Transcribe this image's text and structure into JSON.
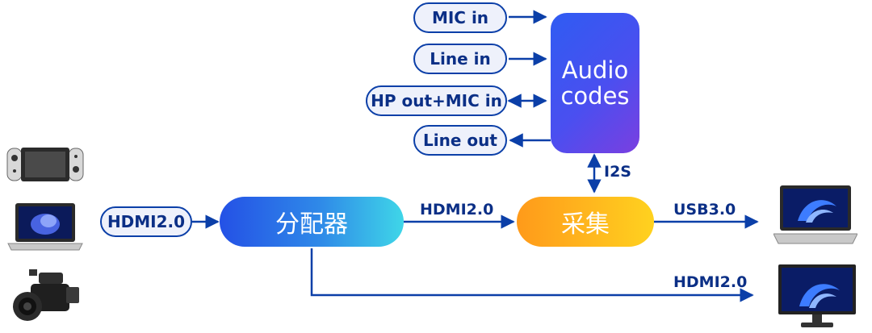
{
  "audio_inputs": {
    "mic_in": "MIC in",
    "line_in": "Line in",
    "hp_out_mic_in": "HP out+MIC in",
    "line_out": "Line out"
  },
  "audio_codec": {
    "line1": "Audio",
    "line2": "codes"
  },
  "i2s_label": "I2S",
  "source": {
    "hdmi_label": "HDMI2.0"
  },
  "splitter": {
    "label": "分配器"
  },
  "capture": {
    "label": "采集"
  },
  "links": {
    "splitter_to_capture": "HDMI2.0",
    "capture_to_pc": "USB3.0",
    "splitter_to_monitor": "HDMI2.0"
  },
  "devices": {
    "sources": [
      "game-console",
      "laptop",
      "camcorder"
    ],
    "outputs": [
      "laptop",
      "monitor"
    ]
  },
  "colors": {
    "primary": "#0b3fa8",
    "pill_fill": "#eef1fb",
    "audio_gradient": [
      "#2f5cf2",
      "#7a3fe0"
    ],
    "splitter_gradient": [
      "#2451e6",
      "#3fd6e8"
    ],
    "capture_gradient": [
      "#ff9a1a",
      "#ffd21f"
    ]
  }
}
